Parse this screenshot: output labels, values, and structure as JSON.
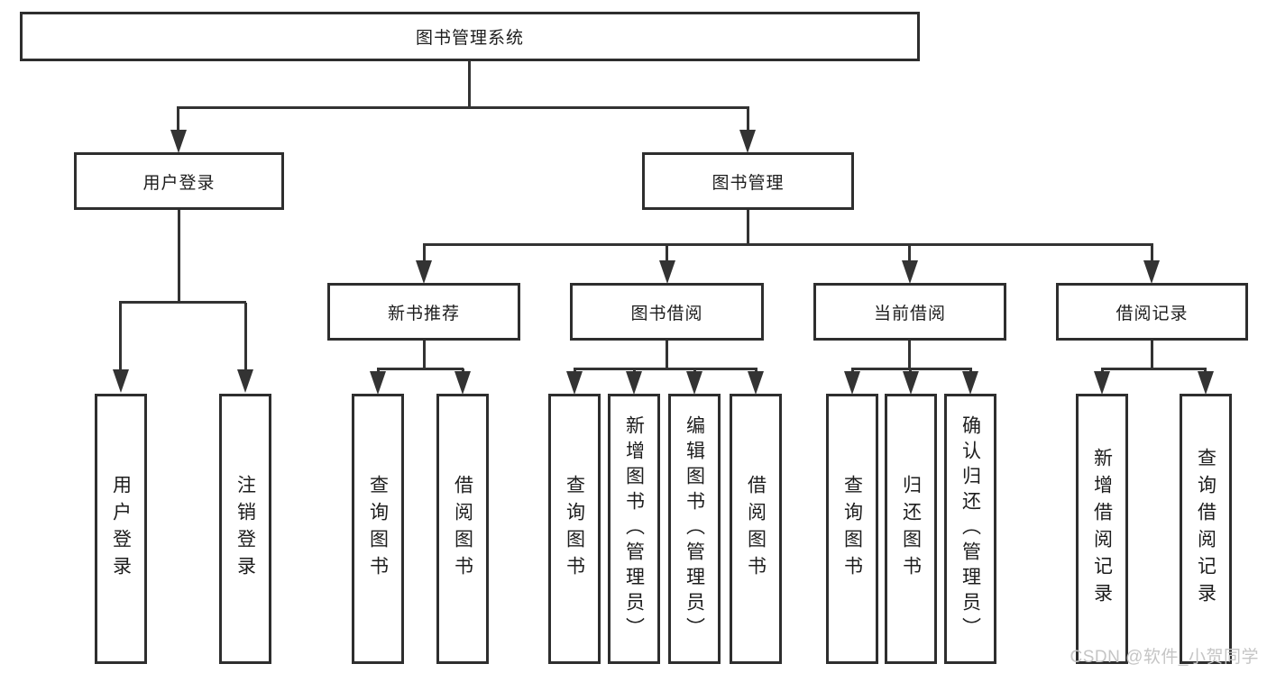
{
  "diagram": {
    "root": "图书管理系统",
    "level2": {
      "user_login": "用户登录",
      "book_mgmt": "图书管理"
    },
    "user_login_children": {
      "login": "用户登录",
      "logout": "注销登录"
    },
    "book_mgmt_children": {
      "new_books": "新书推荐",
      "book_borrow": "图书借阅",
      "current_borrow": "当前借阅",
      "borrow_records": "借阅记录"
    },
    "new_books_children": {
      "query": "查询图书",
      "borrow": "借阅图书"
    },
    "book_borrow_children": {
      "query": "查询图书",
      "add": "新增图书（管理员）",
      "edit": "编辑图书（管理员）",
      "borrow": "借阅图书"
    },
    "current_borrow_children": {
      "query": "查询图书",
      "return": "归还图书",
      "confirm": "确认归还（管理员）"
    },
    "borrow_records_children": {
      "add": "新增借阅记录",
      "query": "查询借阅记录"
    }
  },
  "watermark": "CSDN @软件_小贺同学",
  "colors": {
    "line": "#333333",
    "border": "#2e2e2e",
    "text": "#1d1d1d",
    "watermark": "#c5c5c5",
    "background": "#ffffff"
  }
}
